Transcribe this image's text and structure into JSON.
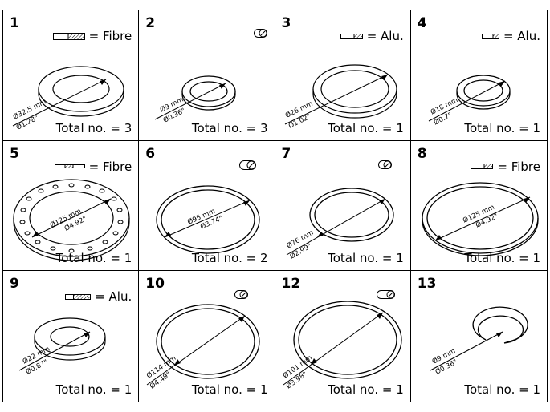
{
  "cells": [
    {
      "number": "1",
      "material": "= Fibre",
      "total": "Total no. = 3",
      "dim_mm": "Ø32.5 mm",
      "dim_in": "Ø1.28\""
    },
    {
      "number": "2",
      "material": "",
      "total": "Total no. = 3",
      "dim_mm": "Ø9 mm",
      "dim_in": "Ø0.36\""
    },
    {
      "number": "3",
      "material": "= Alu.",
      "total": "Total no. = 1",
      "dim_mm": "Ø26 mm",
      "dim_in": "Ø1.02\""
    },
    {
      "number": "4",
      "material": "= Alu.",
      "total": "Total no. = 1",
      "dim_mm": "Ø18 mm",
      "dim_in": "Ø0.7\""
    },
    {
      "number": "5",
      "material": "= Fibre",
      "total": "Total no. = 1",
      "dim_mm": "Ø125 mm",
      "dim_in": "Ø4.92\""
    },
    {
      "number": "6",
      "material": "",
      "total": "Total no. = 2",
      "dim_mm": "Ø95 mm",
      "dim_in": "Ø3.74\""
    },
    {
      "number": "7",
      "material": "",
      "total": "Total no. = 1",
      "dim_mm": "Ø76 mm",
      "dim_in": "Ø2.99\""
    },
    {
      "number": "8",
      "material": "= Fibre",
      "total": "Total no. = 1",
      "dim_mm": "Ø125 mm",
      "dim_in": "Ø4.92\""
    },
    {
      "number": "9",
      "material": "= Alu.",
      "total": "Total no. = 1",
      "dim_mm": "Ø22 mm",
      "dim_in": "Ø0.87\""
    },
    {
      "number": "10",
      "material": "",
      "total": "Total no. = 1",
      "dim_mm": "Ø114 mm",
      "dim_in": "Ø4.49\""
    },
    {
      "number": "12",
      "material": "",
      "total": "Total no. = 1",
      "dim_mm": "Ø101 mm",
      "dim_in": "Ø3.98\""
    },
    {
      "number": "13",
      "material": "",
      "total": "Total no. = 1",
      "dim_mm": "Ø9 mm",
      "dim_in": "Ø0.36\""
    }
  ]
}
